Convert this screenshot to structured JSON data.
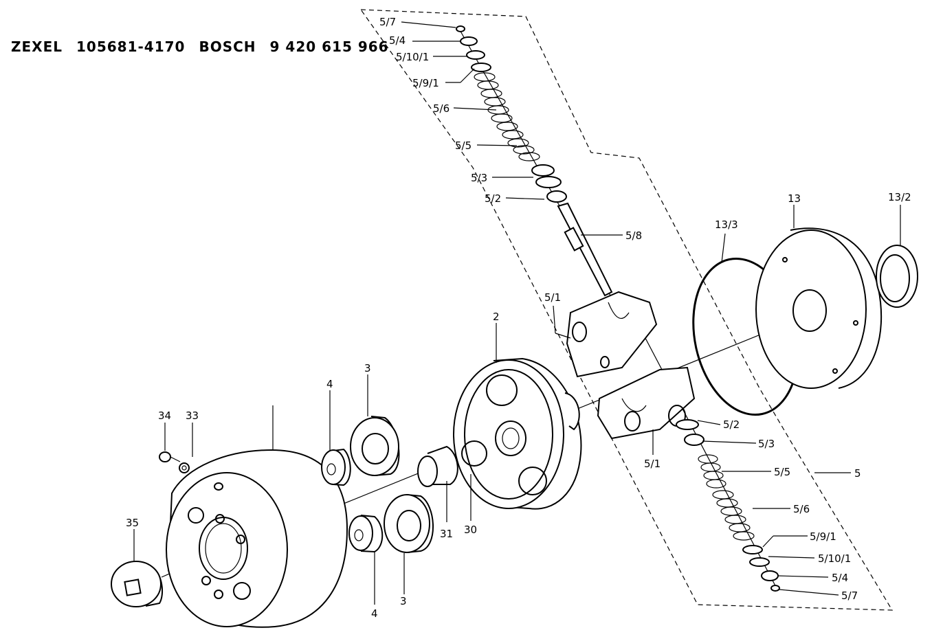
{
  "header": {
    "brand_1": "ZEXEL",
    "part_1": "105681-4170",
    "brand_2": "BOSCH",
    "part_2": "9 420 615 966"
  },
  "labels": [
    {
      "id": "lbl-57-top",
      "text": "5/7"
    },
    {
      "id": "lbl-54-top",
      "text": "5/4"
    },
    {
      "id": "lbl-5101-top",
      "text": "5/10/1"
    },
    {
      "id": "lbl-591-top",
      "text": "5/9/1"
    },
    {
      "id": "lbl-56-top",
      "text": "5/6"
    },
    {
      "id": "lbl-55-top",
      "text": "5/5"
    },
    {
      "id": "lbl-53-top",
      "text": "5/3"
    },
    {
      "id": "lbl-52-top",
      "text": "5/2"
    },
    {
      "id": "lbl-58",
      "text": "5/8"
    },
    {
      "id": "lbl-51-top",
      "text": "5/1"
    },
    {
      "id": "lbl-133",
      "text": "13/3"
    },
    {
      "id": "lbl-13",
      "text": "13"
    },
    {
      "id": "lbl-132",
      "text": "13/2"
    },
    {
      "id": "lbl-2",
      "text": "2"
    },
    {
      "id": "lbl-3-top",
      "text": "3"
    },
    {
      "id": "lbl-4-top",
      "text": "4"
    },
    {
      "id": "lbl-34",
      "text": "34"
    },
    {
      "id": "lbl-33",
      "text": "33"
    },
    {
      "id": "lbl-35",
      "text": "35"
    },
    {
      "id": "lbl-31",
      "text": "31"
    },
    {
      "id": "lbl-30",
      "text": "30"
    },
    {
      "id": "lbl-4-bot",
      "text": "4"
    },
    {
      "id": "lbl-3-bot",
      "text": "3"
    },
    {
      "id": "lbl-52-bot",
      "text": "5/2"
    },
    {
      "id": "lbl-51-bot",
      "text": "5/1"
    },
    {
      "id": "lbl-53-bot",
      "text": "5/3"
    },
    {
      "id": "lbl-55-bot",
      "text": "5/5"
    },
    {
      "id": "lbl-5",
      "text": "5"
    },
    {
      "id": "lbl-56-bot",
      "text": "5/6"
    },
    {
      "id": "lbl-591-bot",
      "text": "5/9/1"
    },
    {
      "id": "lbl-5101-bot",
      "text": "5/10/1"
    },
    {
      "id": "lbl-54-bot",
      "text": "5/4"
    },
    {
      "id": "lbl-57-bot",
      "text": "5/7"
    }
  ]
}
